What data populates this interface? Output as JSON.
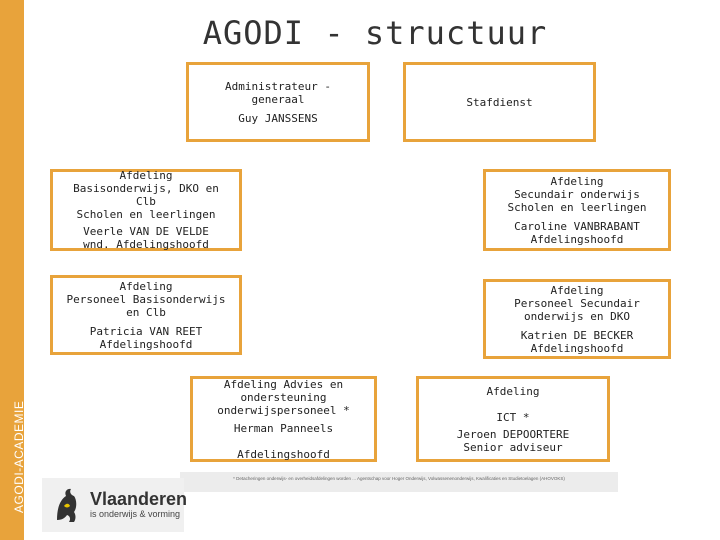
{
  "sidebar": {
    "label": "AGODI-ACADEMIE"
  },
  "title": "AGODI - structuur",
  "boxes": {
    "admin": {
      "dept": "Administrateur -\ngeneraal",
      "person": "Guy JANSSENS"
    },
    "staf": {
      "dept": "Stafdienst"
    },
    "basis": {
      "dept": "Afdeling\nBasisonderwijs, DKO en\nClb\nScholen en leerlingen",
      "person": "Veerle VAN DE VELDE\nwnd. Afdelingshoofd"
    },
    "secundair": {
      "dept": "Afdeling\nSecundair onderwijs\nScholen en leerlingen",
      "person": "Caroline VANBRABANT\nAfdelingshoofd"
    },
    "pers_basis": {
      "dept": "Afdeling\nPersoneel Basisonderwijs\nen Clb",
      "person": "Patricia VAN REET\nAfdelingshoofd"
    },
    "pers_sec": {
      "dept": "Afdeling\nPersoneel Secundair\nonderwijs en DKO",
      "person": "Katrien DE BECKER\nAfdelingshoofd"
    },
    "advies": {
      "dept": "Afdeling Advies en\nondersteuning\nonderwijspersoneel *",
      "person": "Herman Panneels\n\nAfdelingshoofd"
    },
    "ict": {
      "dept": "Afdeling\n\nICT *",
      "person": "Jeroen DEPOORTERE\nSenior adviseur"
    }
  },
  "footnote": "* Detacheringen onderwijs- en overheidsafdelingen worden ... Agentschap voor Hoger Onderwijs, Volwassenenonderwijs, Kwalificaties en Studietoelagen (AHOVOKS)",
  "logo": {
    "name": "Vlaanderen",
    "subtitle": "is onderwijs & vorming"
  },
  "colors": {
    "accent": "#E8A33B",
    "text": "#222222"
  }
}
